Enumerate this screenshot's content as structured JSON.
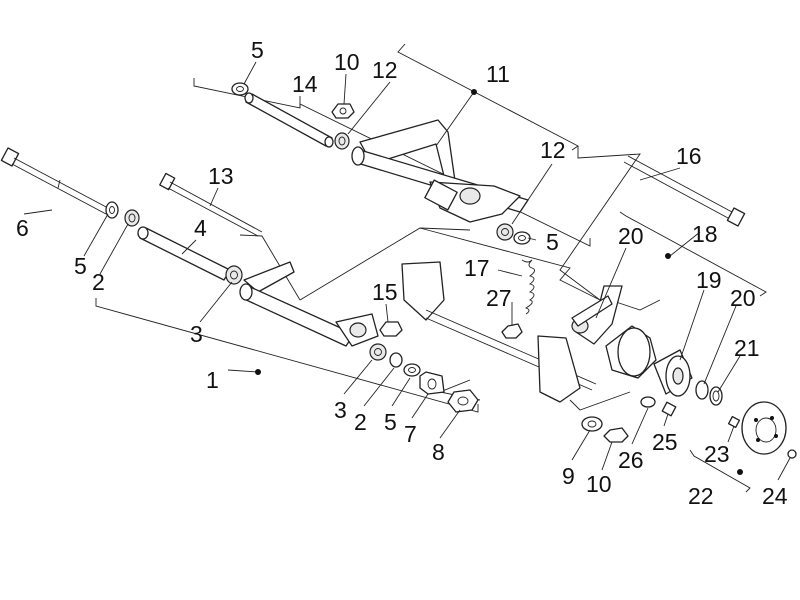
{
  "diagram": {
    "colors": {
      "line": "#222222",
      "text": "#111111",
      "background": "#ffffff"
    },
    "callouts": [
      {
        "id": "c5a",
        "text": "5"
      },
      {
        "id": "c10a",
        "text": "10"
      },
      {
        "id": "c12a",
        "text": "12"
      },
      {
        "id": "c11",
        "text": "11"
      },
      {
        "id": "c14",
        "text": "14"
      },
      {
        "id": "c16",
        "text": "16"
      },
      {
        "id": "c12b",
        "text": "12"
      },
      {
        "id": "c5b",
        "text": "5"
      },
      {
        "id": "c13",
        "text": "13"
      },
      {
        "id": "c6",
        "text": "6"
      },
      {
        "id": "c4",
        "text": "4"
      },
      {
        "id": "c5c",
        "text": "5"
      },
      {
        "id": "c2a",
        "text": "2"
      },
      {
        "id": "c20a",
        "text": "20"
      },
      {
        "id": "c18",
        "text": "18"
      },
      {
        "id": "c17",
        "text": "17"
      },
      {
        "id": "c27",
        "text": "27"
      },
      {
        "id": "c15",
        "text": "15"
      },
      {
        "id": "c19",
        "text": "19"
      },
      {
        "id": "c20b",
        "text": "20"
      },
      {
        "id": "c3a",
        "text": "3"
      },
      {
        "id": "c21",
        "text": "21"
      },
      {
        "id": "c1",
        "text": "1"
      },
      {
        "id": "c3b",
        "text": "3"
      },
      {
        "id": "c2b",
        "text": "2"
      },
      {
        "id": "c5d",
        "text": "5"
      },
      {
        "id": "c7",
        "text": "7"
      },
      {
        "id": "c8",
        "text": "8"
      },
      {
        "id": "c23",
        "text": "23"
      },
      {
        "id": "c25",
        "text": "25"
      },
      {
        "id": "c26",
        "text": "26"
      },
      {
        "id": "c9",
        "text": "9"
      },
      {
        "id": "c10b",
        "text": "10"
      },
      {
        "id": "c22",
        "text": "22"
      },
      {
        "id": "c24",
        "text": "24"
      }
    ]
  }
}
